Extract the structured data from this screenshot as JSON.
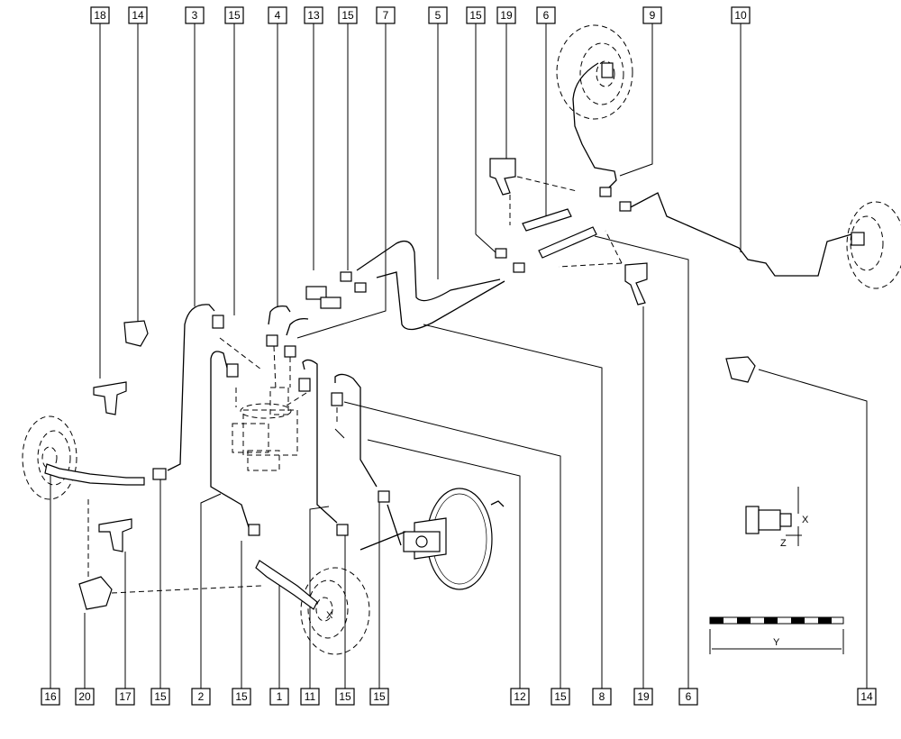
{
  "callouts_top": [
    "18",
    "14",
    "3",
    "15",
    "4",
    "13",
    "15",
    "7",
    "5",
    "15",
    "19",
    "6",
    "9",
    "10"
  ],
  "callouts_bottom": [
    "16",
    "20",
    "17",
    "15",
    "2",
    "15",
    "1",
    "11",
    "15",
    "15",
    "12",
    "15",
    "8",
    "19",
    "6",
    "14"
  ],
  "dim_labels": {
    "x1": "X",
    "x2": "X",
    "z": "Z",
    "y": "Y"
  }
}
